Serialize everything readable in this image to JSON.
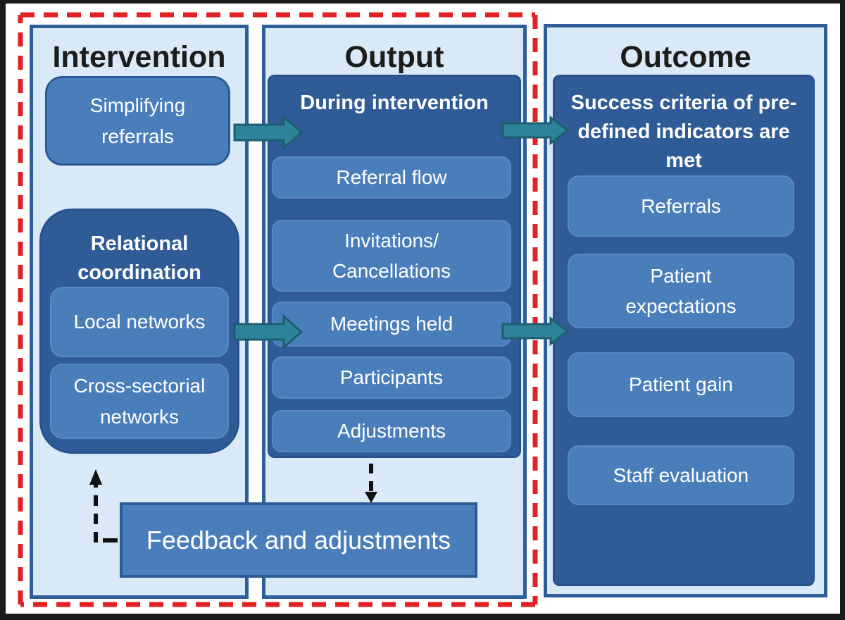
{
  "colors": {
    "frame_border": "#1a1a1a",
    "panel_bg": "#d9e9f7",
    "panel_border": "#2e5f9a",
    "dark_box": "#2f5b96",
    "dark_box_border": "#27528d",
    "mid_box": "#4a7ebb",
    "mid_box_border_light": "#5888c5",
    "mid_box_border_dark": "#2d5a94",
    "teal_fill": "#2e8398",
    "teal_stroke": "#1d5e70",
    "red_dash": "#e32125",
    "black_arrow": "#111111",
    "text_dark": "#1c1c1c"
  },
  "intervention": {
    "title": "Intervention",
    "simplifying_label": "Simplifying\nreferrals",
    "relational": {
      "title": "Relational\ncoordination",
      "items": [
        "Local networks",
        "Cross-sectorial\nnetworks"
      ]
    }
  },
  "output": {
    "title": "Output",
    "during": {
      "title": "During intervention",
      "items": [
        "Referral flow",
        "Invitations/\nCancellations",
        "Meetings held",
        "Participants",
        "Adjustments"
      ]
    }
  },
  "outcome": {
    "title": "Outcome",
    "success": {
      "title": "Success criteria of pre-\ndefined indicators are\nmet",
      "items": [
        "Referrals",
        "Patient\nexpectations",
        "Patient gain",
        "Staff evaluation"
      ]
    }
  },
  "feedback": {
    "label": "Feedback and adjustments"
  }
}
